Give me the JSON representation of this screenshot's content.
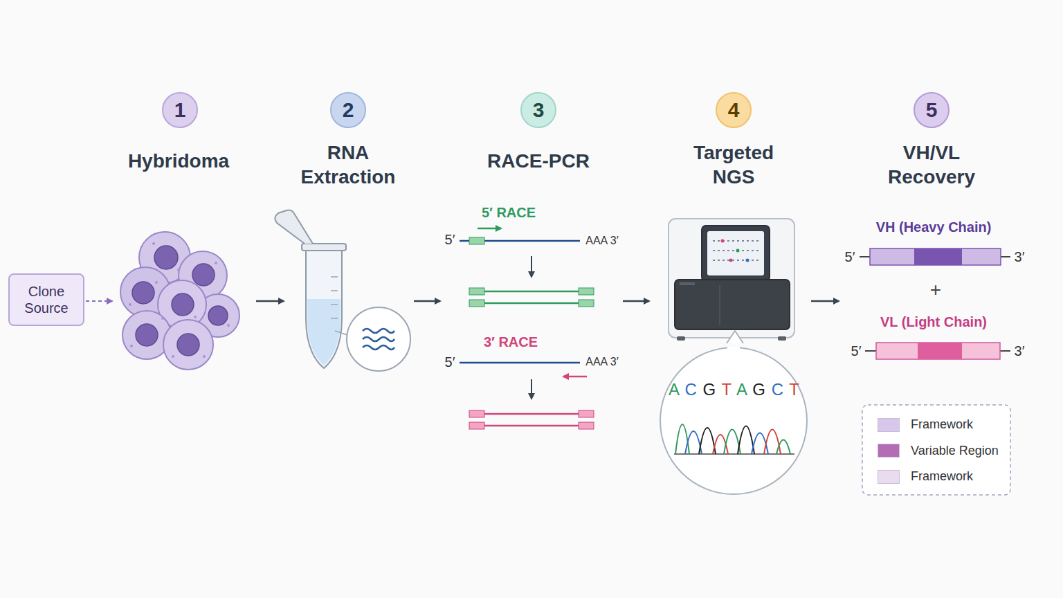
{
  "diagram": {
    "nodes": [
      {
        "text": [
          "1"
        ]
      },
      {
        "text": [
          "2"
        ]
      },
      {
        "text": [
          "3"
        ]
      },
      {
        "text": [
          "4"
        ]
      },
      {
        "text": [
          "5"
        ]
      },
      {
        "text": [
          "Clone Source"
        ]
      }
    ],
    "labels": [
      "Hybridoma",
      "RNA Extraction",
      "RACE-PCR",
      "Targeted NGS",
      "VH/VL Recovery",
      "5′ RACE",
      "5′",
      "AAA 3′",
      "VH (Heavy Chain)",
      "5′",
      "3′",
      "+",
      "VL (Light Chain)",
      "5′",
      "3′",
      "3′ RACE",
      "5′",
      "AAA 3′",
      "A C G T A G C T"
    ],
    "legend": [
      {
        "text": "Framework",
        "color": "#d7c8eb"
      },
      {
        "text": "Variable Region",
        "color": "#b36db4"
      },
      {
        "text": "Framework",
        "color": "#e9dcef"
      }
    ]
  }
}
